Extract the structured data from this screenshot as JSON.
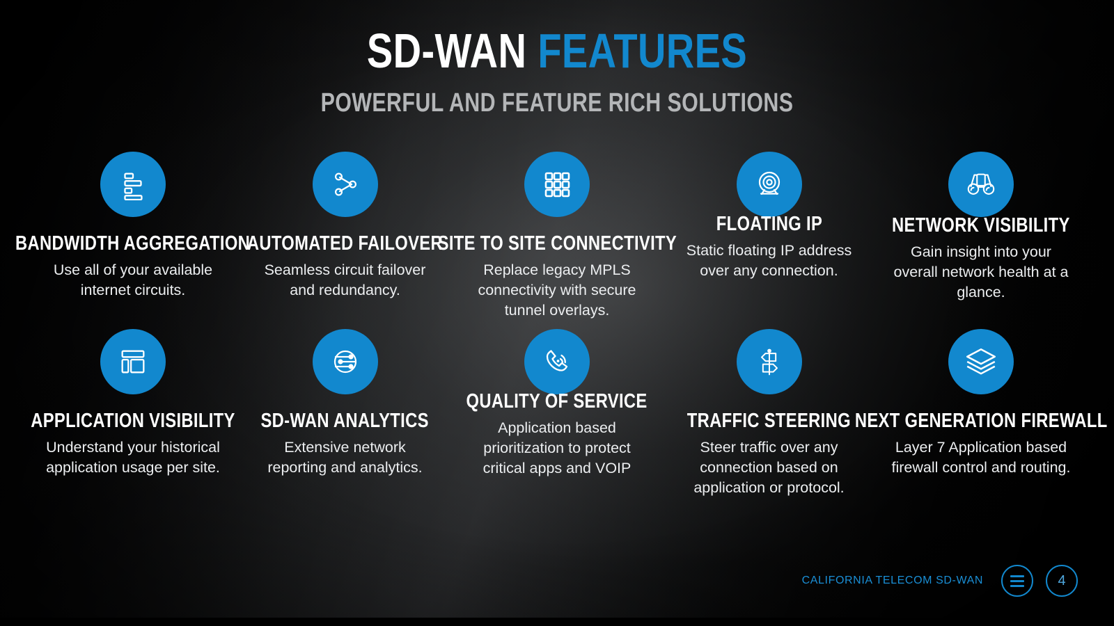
{
  "slide": {
    "title_part_1": "SD-WAN",
    "title_part_2": "FEATURES",
    "subtitle": "POWERFUL AND FEATURE RICH SOLUTIONS",
    "accent_color": "#1288ce",
    "background_color": "#0c0d0e",
    "title_white_color": "#ffffff",
    "subtitle_color": "#b4b6b8"
  },
  "features": [
    {
      "icon": "bandwidth-bars-icon",
      "title": "BANDWIDTH AGGREGATION",
      "description": "Use all of your available internet circuits."
    },
    {
      "icon": "share-nodes-icon",
      "title": "AUTOMATED FAILOVER",
      "description": "Seamless circuit failover and redundancy."
    },
    {
      "icon": "grid-squares-icon",
      "title": "SITE TO SITE CONNECTIVITY",
      "description": "Replace legacy MPLS connectivity with secure tunnel overlays."
    },
    {
      "icon": "target-stand-icon",
      "title": "FLOATING IP",
      "description": "Static floating IP address over any connection."
    },
    {
      "icon": "binoculars-icon",
      "title": "NETWORK VISIBILITY",
      "description": "Gain insight into your overall network health at a glance."
    },
    {
      "icon": "dashboard-layout-icon",
      "title": "APPLICATION VISIBILITY",
      "description": "Understand your historical application usage per site."
    },
    {
      "icon": "circuit-analytics-icon",
      "title": "SD-WAN ANALYTICS",
      "description": "Extensive network reporting and analytics."
    },
    {
      "icon": "phone-call-icon",
      "title": "QUALITY OF SERVICE",
      "description": "Application based prioritization to protect critical apps and VOIP"
    },
    {
      "icon": "signpost-icon",
      "title": "TRAFFIC STEERING",
      "description": "Steer traffic over any connection based on application or protocol."
    },
    {
      "icon": "layers-stack-icon",
      "title": "NEXT GENERATION FIREWALL",
      "description": "Layer 7 Application based firewall control and routing."
    }
  ],
  "footer": {
    "label": "CALIFORNIA TELECOM SD-WAN",
    "menu_icon": "hamburger-menu-icon",
    "page_number": "4"
  }
}
